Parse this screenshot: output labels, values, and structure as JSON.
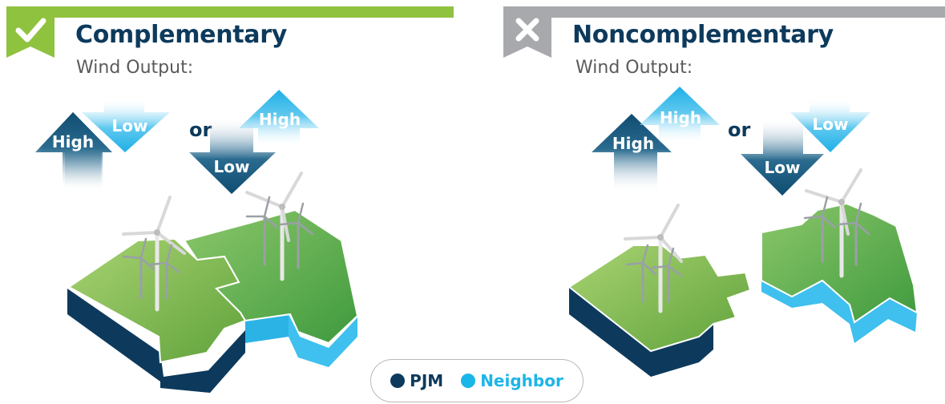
{
  "left": {
    "title": "Complementary",
    "subtitle": "Wind Output:",
    "badge_icon": "check-icon",
    "accent": "#8fc23f",
    "or_label": "or",
    "pair1": {
      "pjm": "High",
      "neighbor": "Low"
    },
    "pair2": {
      "pjm": "Low",
      "neighbor": "High"
    }
  },
  "right": {
    "title": "Noncomplementary",
    "subtitle": "Wind Output:",
    "badge_icon": "x-icon",
    "accent": "#a7a9ac",
    "or_label": "or",
    "pair1": {
      "pjm": "High",
      "neighbor": "High"
    },
    "pair2": {
      "pjm": "Low",
      "neighbor": "Low"
    }
  },
  "legend": {
    "pjm_label": "PJM",
    "neighbor_label": "Neighbor",
    "pjm_color": "#0d3a5c",
    "neighbor_color": "#1bb6e8"
  },
  "colors": {
    "title": "#0d3a5c",
    "subtitle": "#5a5a5a",
    "pjm_arrow": "#0e4a6e",
    "neighbor_arrow": "#2bb3e6",
    "puzzle_top": "#7dba4e",
    "puzzle_side": "#0d3a5c",
    "neighbor_side": "#3fc0ee"
  }
}
